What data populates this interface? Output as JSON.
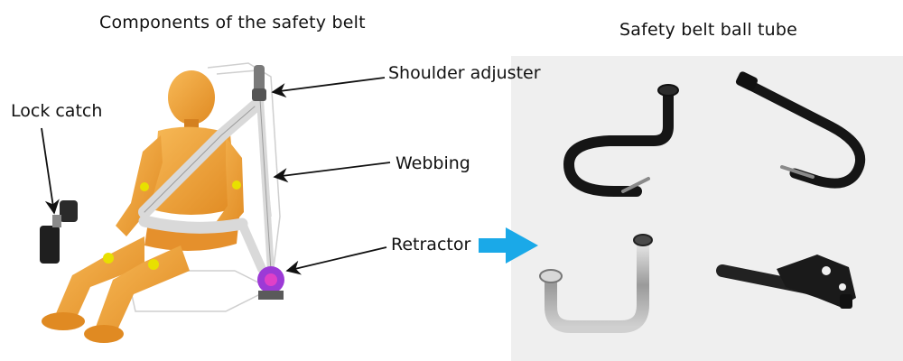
{
  "titles": {
    "left": "Components of the safety belt",
    "right": "Safety belt ball tube"
  },
  "labels": {
    "shoulder_adjuster": "Shoulder adjuster",
    "lock_catch": "Lock catch",
    "webbing": "Webbing",
    "retractor": "Retractor"
  },
  "colors": {
    "dummy_orange": "#f2a03a",
    "dummy_joint": "#e8e000",
    "webbing_gray": "#d9d9d9",
    "flow_arrow": "#1aa9e8",
    "photo_bg": "#efefef",
    "tube_black": "#151515",
    "tube_steel": "#b8b8b8"
  },
  "icons": {
    "flow_arrow": "right-arrow-icon",
    "callout": "arrow-pointer-icon"
  }
}
